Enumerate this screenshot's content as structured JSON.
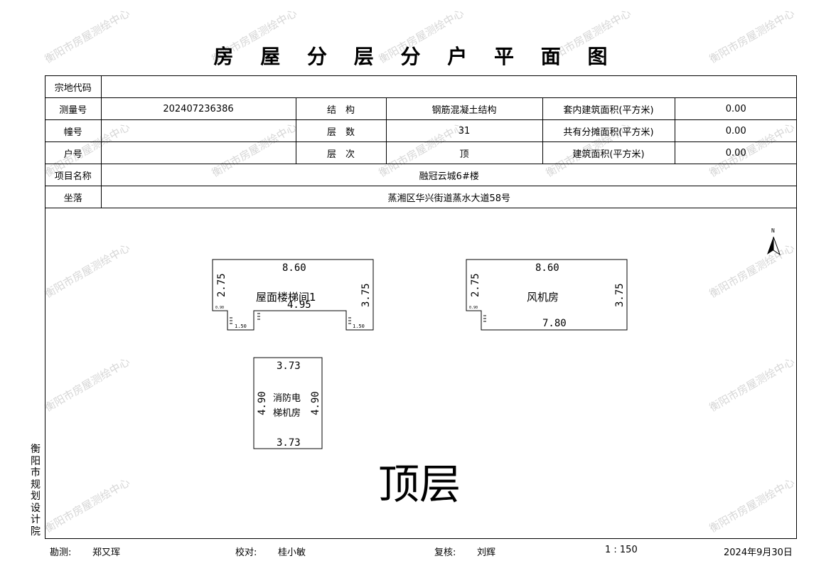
{
  "title": "房 屋 分 层 分 户 平 面 图",
  "info": {
    "land_code_label": "宗地代码",
    "land_code_value": "",
    "survey_no_label": "测量号",
    "survey_no_value": "202407236386",
    "structure_label": "结　构",
    "structure_value": "钢筋混凝土结构",
    "inner_area_label": "套内建筑面积(平方米)",
    "inner_area_value": "0.00",
    "building_no_label": "幢号",
    "building_no_value": "",
    "floors_label": "层　数",
    "floors_value": "31",
    "shared_area_label": "共有分摊面积(平方米)",
    "shared_area_value": "0.00",
    "unit_no_label": "户号",
    "unit_no_value": "",
    "floor_level_label": "层　次",
    "floor_level_value": "顶",
    "building_area_label": "建筑面积(平方米)",
    "building_area_value": "0.00",
    "project_label": "项目名称",
    "project_value": "融冠云城6#楼",
    "location_label": "坐落",
    "location_value": "蒸湘区华兴街道蒸水大道58号"
  },
  "plan": {
    "north": "N",
    "floor_title": "顶层",
    "rooms": {
      "stair": {
        "name": "屋面楼梯间1",
        "top": "8.60",
        "left": "2.75",
        "right": "3.75",
        "inner": "4.95",
        "small_left": "0.90",
        "step_left": "1.50",
        "step_right": "1.50"
      },
      "fan": {
        "name": "风机房",
        "top": "8.60",
        "left": "2.75",
        "right": "3.75",
        "bottom": "7.80",
        "small": "0.90"
      },
      "elevator": {
        "name_line1": "消防电",
        "name_line2": "梯机房",
        "top": "3.73",
        "bottom": "3.73",
        "left": "4.90",
        "right": "4.90"
      }
    }
  },
  "side_text": "衡阳市规划设计院",
  "watermark_text": "衡阳市房屋测绘中心",
  "footer": {
    "survey_label": "勘测:",
    "survey_person": "郑又珲",
    "check_label": "校对:",
    "check_person": "桂小敏",
    "review_label": "复核:",
    "review_person": "刘辉",
    "scale": "1 : 150",
    "date": "2024年9月30日"
  }
}
